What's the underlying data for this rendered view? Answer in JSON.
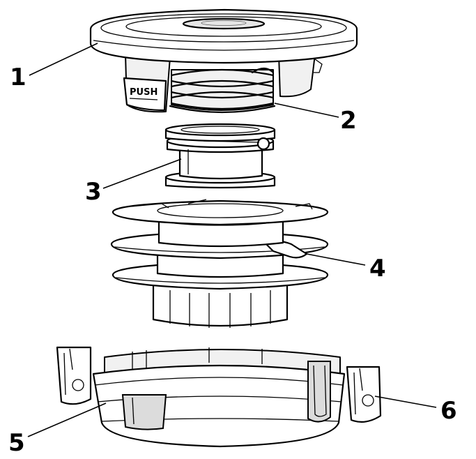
{
  "diagram": {
    "callouts": [
      {
        "id": "1",
        "label": "1"
      },
      {
        "id": "2",
        "label": "2"
      },
      {
        "id": "3",
        "label": "3"
      },
      {
        "id": "4",
        "label": "4"
      },
      {
        "id": "5",
        "label": "5"
      },
      {
        "id": "6",
        "label": "6"
      }
    ],
    "cap_button_text": "PUSH"
  }
}
